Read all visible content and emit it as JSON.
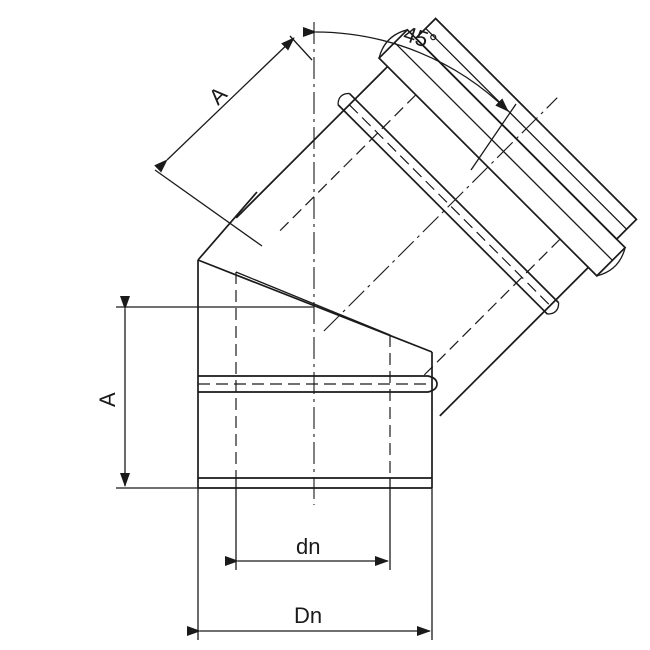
{
  "labels": {
    "angle": "45°",
    "a_top": "A",
    "a_left": "A",
    "dn_inner": "dn",
    "dn_outer": "Dn"
  },
  "colors": {
    "line": "#1a1a1a",
    "background": "#ffffff"
  }
}
